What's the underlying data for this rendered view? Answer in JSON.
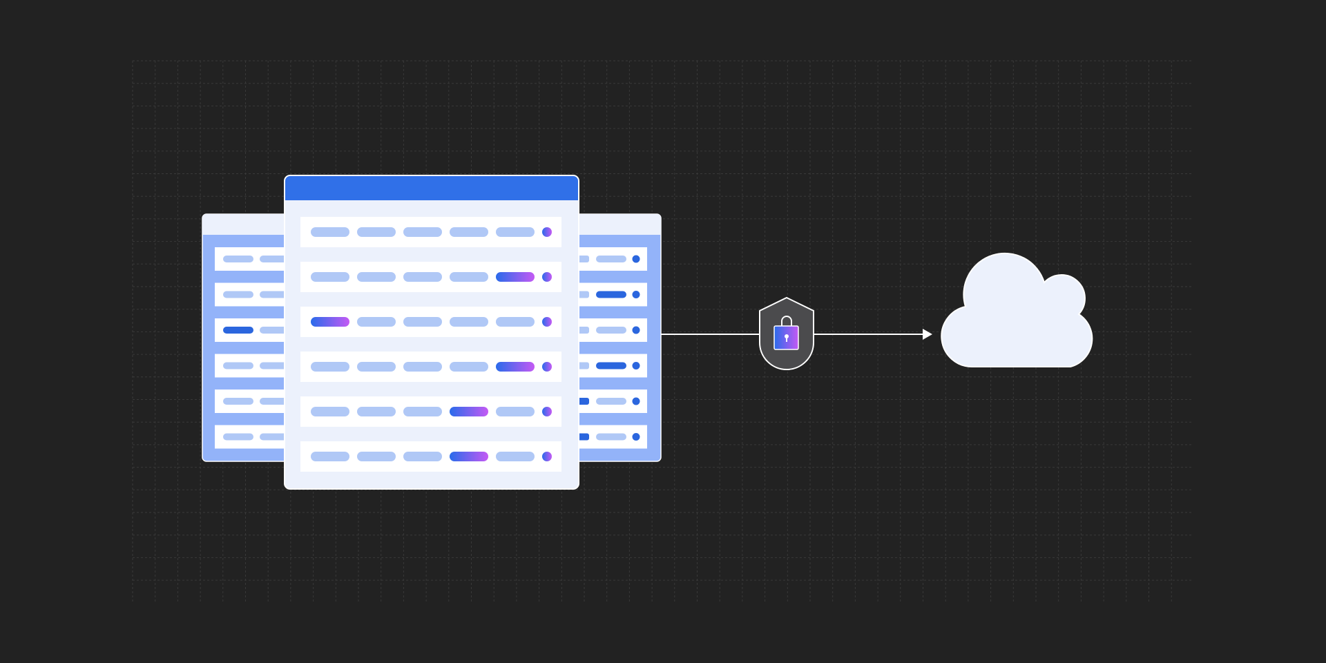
{
  "colors": {
    "background": "#222222",
    "grid_line": "#393939",
    "panel_light": "#ECF1FC",
    "panel_back": "#93B3F9",
    "header_blue": "#3070E8",
    "pill_light": "#B0C8F6",
    "pill_dark": "#2B66DE",
    "gradient_start": "#2A6BEA",
    "gradient_end": "#C45AF4",
    "row_white": "#FFFFFF",
    "outline": "#FFFFFF",
    "shield_fill": "#4B4B4D",
    "cloud_fill": "#ECF1FC",
    "connector": "#FFFFFF"
  },
  "front_table": {
    "rows": [
      {
        "pills": [
          "light",
          "light",
          "light",
          "light",
          "light"
        ],
        "dot": "gradient"
      },
      {
        "pills": [
          "light",
          "light",
          "light",
          "light",
          "gradient"
        ],
        "dot": "gradient"
      },
      {
        "pills": [
          "gradient",
          "light",
          "light",
          "light",
          "light"
        ],
        "dot": "gradient"
      },
      {
        "pills": [
          "light",
          "light",
          "light",
          "light",
          "gradient"
        ],
        "dot": "gradient"
      },
      {
        "pills": [
          "light",
          "light",
          "light",
          "gradient",
          "light"
        ],
        "dot": "gradient"
      },
      {
        "pills": [
          "light",
          "light",
          "light",
          "gradient",
          "light"
        ],
        "dot": "gradient"
      }
    ]
  },
  "back_left_table": {
    "rows": [
      {
        "pills": [
          "light",
          "light"
        ]
      },
      {
        "pills": [
          "light",
          "light"
        ]
      },
      {
        "pills": [
          "dark",
          "light"
        ]
      },
      {
        "pills": [
          "light",
          "light"
        ]
      },
      {
        "pills": [
          "light",
          "light"
        ]
      },
      {
        "pills": [
          "light",
          "light"
        ]
      }
    ]
  },
  "back_right_table": {
    "rows": [
      {
        "pills": [
          "light",
          "light"
        ],
        "dot": "dark"
      },
      {
        "pills": [
          "light",
          "dark"
        ],
        "dot": "dark"
      },
      {
        "pills": [
          "light",
          "light"
        ],
        "dot": "dark"
      },
      {
        "pills": [
          "light",
          "dark"
        ],
        "dot": "dark"
      },
      {
        "pills": [
          "dark",
          "light"
        ],
        "dot": "dark"
      },
      {
        "pills": [
          "dark",
          "light"
        ],
        "dot": "dark"
      }
    ]
  },
  "icons": {
    "security": "shield-lock-icon",
    "destination": "cloud-icon",
    "connector": "arrow-right-icon"
  }
}
